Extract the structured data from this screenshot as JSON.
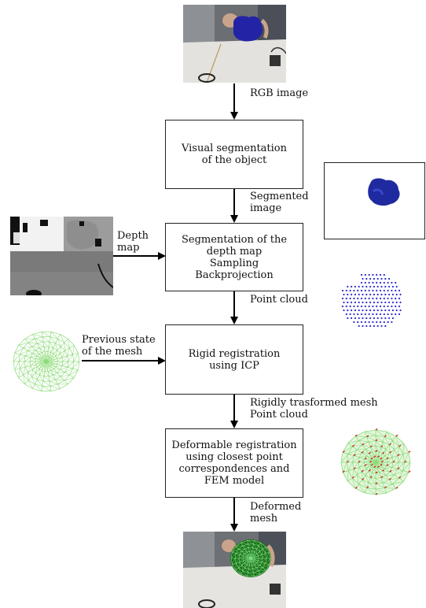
{
  "colors": {
    "box_border": "#222222",
    "arrow": "#000000",
    "segment_blue": "#1f2aa0",
    "mesh_green": "#8fdc7a",
    "point_blue": "#2a2ad0",
    "deform_red": "#d01818"
  },
  "boxes": {
    "visual_segmentation": [
      "Visual segmentation",
      "of the object"
    ],
    "depth_segmentation": [
      "Segmentation of the",
      "depth map",
      "Sampling",
      "Backprojection"
    ],
    "rigid_registration": [
      "Rigid registration",
      "using ICP"
    ],
    "deformable_registration": [
      "Deformable registration",
      "using closest point",
      "correspondences and",
      "FEM model"
    ]
  },
  "arrows": {
    "rgb_image": [
      "RGB image"
    ],
    "segmented_image": [
      "Segmented",
      "image"
    ],
    "depth_map": [
      "Depth",
      "map"
    ],
    "point_cloud": [
      "Point cloud"
    ],
    "previous_state": [
      "Previous state",
      "of the mesh"
    ],
    "rigid_out": [
      "Rigidly trasformed mesh",
      "Point cloud"
    ],
    "deformed_mesh": [
      "Deformed",
      "mesh"
    ]
  },
  "images": {
    "rgb_photo": "rgb-photo",
    "segmented_object": "segmented-object",
    "depth_map": "depth-map",
    "point_cloud": "point-cloud",
    "previous_mesh": "previous-mesh",
    "deformed_mesh": "deformed-mesh",
    "result_photo": "result-photo"
  }
}
